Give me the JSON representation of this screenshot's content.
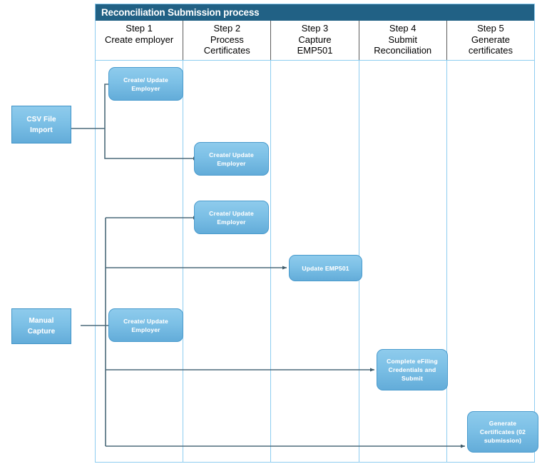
{
  "diagram": {
    "title": "Reconciliation Submission process",
    "title_bar_color": "#216185",
    "lane_border_color": "#8ecdf0",
    "node_fill_color": "#7cc0e6",
    "node_text_color": "#ffffff",
    "connector_color": "#4b6a7a"
  },
  "columns": [
    {
      "id": "step-1",
      "line1": "Step 1",
      "line2": "Create employer",
      "line3": ""
    },
    {
      "id": "step-2",
      "line1": "Step 2",
      "line2": "Process",
      "line3": "Certificates"
    },
    {
      "id": "step-3",
      "line1": "Step 3",
      "line2": "Capture",
      "line3": "EMP501"
    },
    {
      "id": "step-4",
      "line1": "Step 4",
      "line2": "Submit",
      "line3": "Reconciliation"
    },
    {
      "id": "step-5",
      "line1": "Step 5",
      "line2": "Generate",
      "line3": "certificates"
    }
  ],
  "inputs": [
    {
      "id": "csv-file-import",
      "line1": "CSV File",
      "line2": "Import"
    },
    {
      "id": "manual-capture",
      "line1": "Manual",
      "line2": "Capture"
    }
  ],
  "nodes": [
    {
      "id": "create-update-employer-1",
      "column": "step-1",
      "source": "csv-file-import",
      "line1": "Create/ Update",
      "line2": "Employer",
      "line3": ""
    },
    {
      "id": "create-update-employer-2",
      "column": "step-2",
      "source": "csv-file-import",
      "line1": "Create/ Update",
      "line2": "Employer",
      "line3": ""
    },
    {
      "id": "create-update-employer-3",
      "column": "step-2",
      "source": "manual-capture",
      "line1": "Create/ Update",
      "line2": "Employer",
      "line3": ""
    },
    {
      "id": "update-emp501",
      "column": "step-3",
      "source": "manual-capture",
      "line1": "Update EMP501",
      "line2": "",
      "line3": ""
    },
    {
      "id": "create-update-employer-4",
      "column": "step-1",
      "source": "manual-capture",
      "line1": "Create/ Update",
      "line2": "Employer",
      "line3": ""
    },
    {
      "id": "complete-efiling-submit",
      "column": "step-4",
      "source": "manual-capture",
      "line1": "Complete eFiling",
      "line2": "Credentials and",
      "line3": "Submit"
    },
    {
      "id": "generate-certificates",
      "column": "step-5",
      "source": "manual-capture",
      "line1": "Generate",
      "line2": "Certificates (02",
      "line3": "submission)"
    }
  ]
}
